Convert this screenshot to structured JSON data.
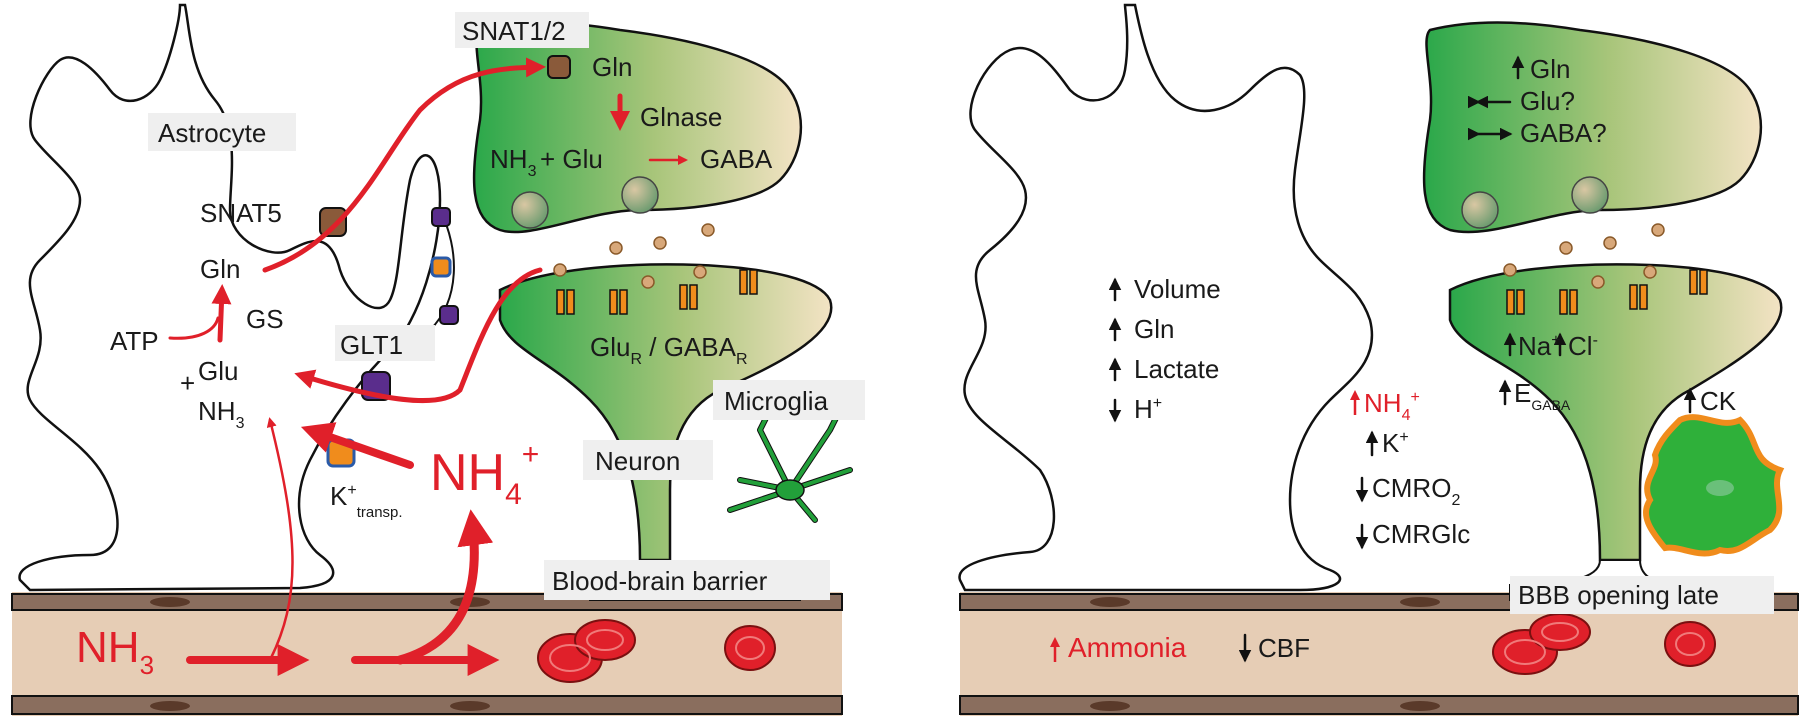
{
  "left_panel": {
    "cells": {
      "astrocyte": "Astrocyte",
      "neuron": "Neuron",
      "microglia": "Microglia",
      "bbb": "Blood-brain barrier"
    },
    "transporters": {
      "snat12": "SNAT1/2",
      "snat5": "SNAT5",
      "glt1": "GLT1",
      "k_main": "K",
      "k_sup": "+",
      "k_sub": "transp."
    },
    "metabolites": {
      "gln_astro": "Gln",
      "gs": "GS",
      "atp": "ATP",
      "plus": "+",
      "glu_astro": "Glu",
      "nh_astro": "NH",
      "nh_astro_sub": "3",
      "gln_neuron": "Gln",
      "glnase": "Glnase",
      "nh_neuron": "NH",
      "nh_neuron_sub": "3",
      "glu_neuron": "+ Glu",
      "gaba": "GABA",
      "glu_r": "Glu",
      "glu_r_sub": "R",
      "gaba_r": " / GABA",
      "gaba_r_sub": "R",
      "nh4": "NH",
      "nh4_sub": "4",
      "nh4_sup": "+",
      "nh3_blood": "NH",
      "nh3_blood_sub": "3"
    }
  },
  "right_panel": {
    "astro_changes": {
      "volume": "Volume",
      "gln": "Gln",
      "lactate": "Lactate",
      "h": "H",
      "h_sup": "+"
    },
    "neuron_changes": {
      "gln": "Gln",
      "glu": "Glu?",
      "gaba": "GABA?",
      "na": "Na",
      "na_sup": "+",
      "cl": "Cl",
      "cl_sup": "-",
      "e": "E",
      "e_sub": "GABA"
    },
    "brain_changes": {
      "nh4": "NH",
      "nh4_sub": "4",
      "nh4_sup": "+",
      "k": "K",
      "k_sup": "+",
      "cmro": "CMRO",
      "cmro_sub": "2",
      "cmrglc": "CMRGlc"
    },
    "microglia_change": "CK",
    "bbb": "BBB opening late",
    "ammonia": "Ammonia",
    "cbf": "CBF"
  }
}
